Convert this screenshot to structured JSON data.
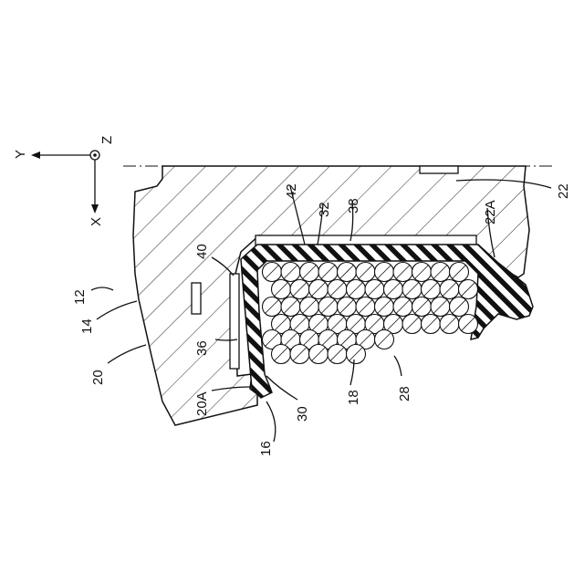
{
  "axes": {
    "y": "Y",
    "z": "Z",
    "x": "X"
  },
  "labels": {
    "l12": "12",
    "l14": "14",
    "l20": "20",
    "l40": "40",
    "l36": "36",
    "l20a": "20A",
    "l16": "16",
    "l30": "30",
    "l18": "18",
    "l28": "28",
    "l42": "42",
    "l32": "32",
    "l38": "38",
    "l22a": "22A",
    "l22": "22"
  },
  "colors": {
    "ink": "#111111",
    "paper": "#ffffff"
  }
}
